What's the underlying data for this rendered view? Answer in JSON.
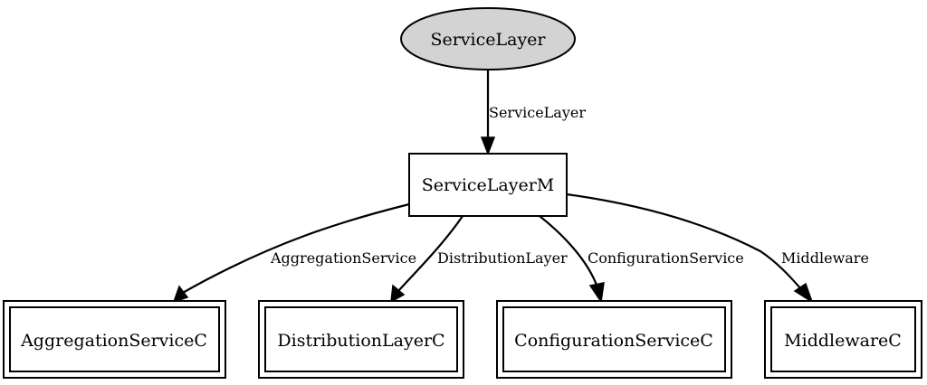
{
  "diagram": {
    "root": {
      "label": "ServiceLayer",
      "fill": "#d3d3d3"
    },
    "module": {
      "label": "ServiceLayerM"
    },
    "components": [
      {
        "label": "AggregationServiceC"
      },
      {
        "label": "DistributionLayerC"
      },
      {
        "label": "ConfigurationServiceC"
      },
      {
        "label": "MiddlewareC"
      }
    ],
    "edges": [
      {
        "label": "ServiceLayer"
      },
      {
        "label": "AggregationService"
      },
      {
        "label": "DistributionLayer"
      },
      {
        "label": "ConfigurationService"
      },
      {
        "label": "Middleware"
      }
    ]
  }
}
